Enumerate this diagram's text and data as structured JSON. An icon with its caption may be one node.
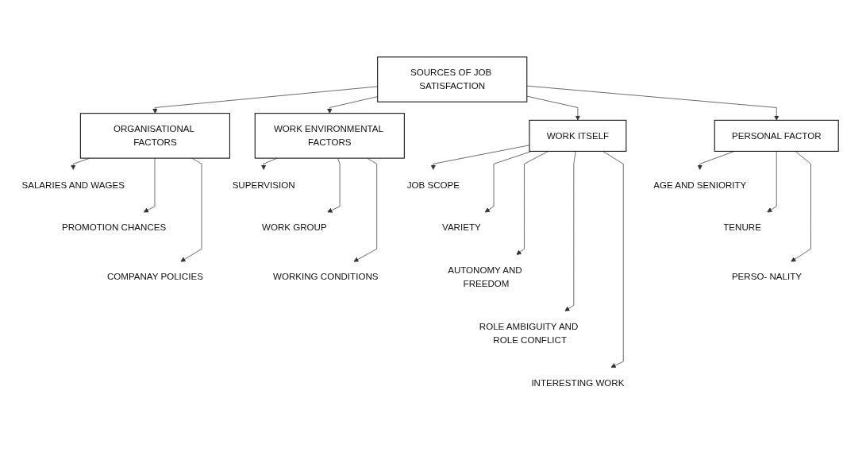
{
  "diagram": {
    "nodes": [
      {
        "text": [
          "SOURCES OF JOB SATISFACTION"
        ]
      },
      {
        "text": [
          "ORGANISATIONAL FACTORS"
        ]
      },
      {
        "text": [
          "WORK ENVIRONMENTAL FACTORS"
        ]
      },
      {
        "text": [
          "WORK ITSELF"
        ]
      },
      {
        "text": [
          "PERSONAL FACTOR"
        ]
      },
      {
        "text": [
          "SALARIES AND WAGES"
        ]
      },
      {
        "text": [
          "PROMOTION CHANCES"
        ]
      },
      {
        "text": [
          "COMPANAY POLICIES"
        ]
      },
      {
        "text": [
          "SUPERVISION"
        ]
      },
      {
        "text": [
          "WORK GROUP"
        ]
      },
      {
        "text": [
          "WORKING CONDITIONS"
        ]
      },
      {
        "text": [
          "JOB SCOPE"
        ]
      },
      {
        "text": [
          "VARIETY"
        ]
      },
      {
        "text": [
          "AUTONOMY AND FREEDOM"
        ]
      },
      {
        "text": [
          "ROLE AMBIGUITY AND ROLE CONFLICT"
        ]
      },
      {
        "text": [
          "INTERESTING WORK"
        ]
      },
      {
        "text": [
          "AGE AND SENIORITY"
        ]
      },
      {
        "text": [
          "TENURE"
        ]
      },
      {
        "text": [
          "PERSO- NALITY"
        ]
      }
    ],
    "edges": [
      {
        "from": 0,
        "to": 1,
        "arrow": "to"
      },
      {
        "from": 0,
        "to": 2,
        "arrow": "to"
      },
      {
        "from": 0,
        "to": 3,
        "arrow": "to"
      },
      {
        "from": 0,
        "to": 4,
        "arrow": "to"
      },
      {
        "from": 1,
        "to": 5,
        "arrow": "to"
      },
      {
        "from": 1,
        "to": 6,
        "arrow": "to"
      },
      {
        "from": 1,
        "to": 7,
        "arrow": "to"
      },
      {
        "from": 2,
        "to": 8,
        "arrow": "to"
      },
      {
        "from": 2,
        "to": 9,
        "arrow": "to"
      },
      {
        "from": 2,
        "to": 10,
        "arrow": "to"
      },
      {
        "from": 3,
        "to": 11,
        "arrow": "to"
      },
      {
        "from": 3,
        "to": 12,
        "arrow": "to"
      },
      {
        "from": 3,
        "to": 13,
        "arrow": "to"
      },
      {
        "from": 3,
        "to": 14,
        "arrow": "to"
      },
      {
        "from": 3,
        "to": 15,
        "arrow": "to"
      },
      {
        "from": 4,
        "to": 16,
        "arrow": "to"
      },
      {
        "from": 4,
        "to": 17,
        "arrow": "to"
      },
      {
        "from": 4,
        "to": 18,
        "arrow": "to"
      }
    ]
  }
}
